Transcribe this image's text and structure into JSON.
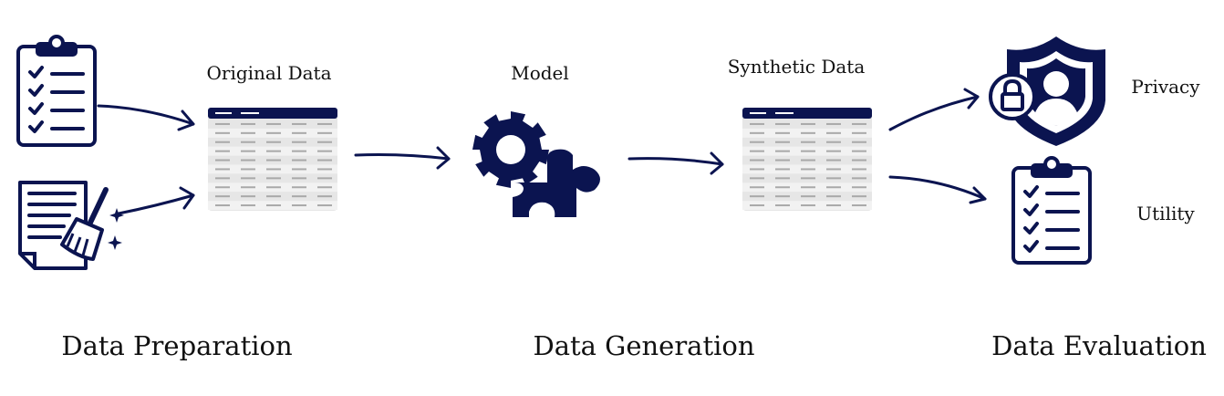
{
  "labels": {
    "original_data": "Original Data",
    "model": "Model",
    "synthetic_data": "Synthetic Data",
    "privacy": "Privacy",
    "utility": "Utility"
  },
  "stages": {
    "preparation": "Data Preparation",
    "generation": "Data Generation",
    "evaluation": "Data Evaluation"
  },
  "colors": {
    "navy": "#0b1450",
    "table_row": "#e6e6e6",
    "table_row_alt": "#f2f2f2",
    "table_dash": "#a9a9a9",
    "white": "#ffffff"
  },
  "icons": {
    "checklist_left": "clipboard-checklist-icon",
    "cleaning": "document-broom-icon",
    "model": "gear-puzzle-icon",
    "privacy": "shield-user-lock-icon",
    "utility": "clipboard-checklist-icon",
    "table": "data-table-icon"
  }
}
